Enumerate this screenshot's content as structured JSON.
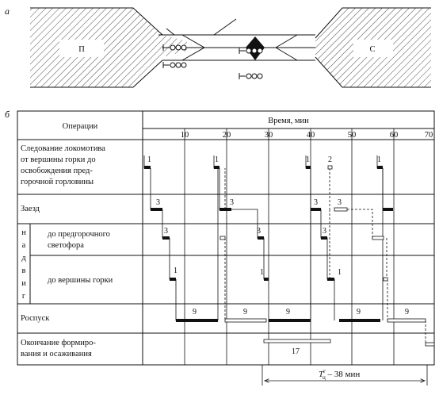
{
  "section_labels": {
    "a": "а",
    "b": "б"
  },
  "schema": {
    "left_yard_label": "П",
    "right_yard_label": "С"
  },
  "table": {
    "col_operations": "Операции",
    "col_time": "Время, мин",
    "ticks": [
      "10",
      "20",
      "30",
      "40",
      "50",
      "60",
      "70"
    ],
    "rows": {
      "r1": [
        "Следование локомотива",
        "от вершины горки до",
        "освобождения пред-",
        "горочной горловины"
      ],
      "r2": [
        "Заезд"
      ],
      "nadvig_letters": [
        "н",
        "а",
        "д",
        "в",
        "и",
        "г"
      ],
      "r3": [
        "до предгорочного",
        "светофора"
      ],
      "r4": [
        "до вершины горки"
      ],
      "r5": [
        "Роспуск"
      ],
      "r6": [
        "Окончание формиро-",
        "вания и осаживания"
      ]
    },
    "bar_labels": {
      "r1_a": "1",
      "r1_b": "1",
      "r1_c": "1",
      "r1_d": "2",
      "r1_e": "1",
      "r2_a": "3",
      "r2_b": "3",
      "r2_c": "3",
      "r2_d": "3",
      "r3_a": "3",
      "r3_b": "3",
      "r3_c": "3",
      "r4_a": "1",
      "r4_b": "1",
      "r4_c": "1",
      "r5_a": "9",
      "r5_b": "9",
      "r5_c": "9",
      "r5_d": "9",
      "r5_e": "9",
      "r6_a": "17"
    },
    "cycle_label_main": "T",
    "cycle_label_sup": "г",
    "cycle_label_sub": "ц",
    "cycle_value": " – 38 мин"
  }
}
